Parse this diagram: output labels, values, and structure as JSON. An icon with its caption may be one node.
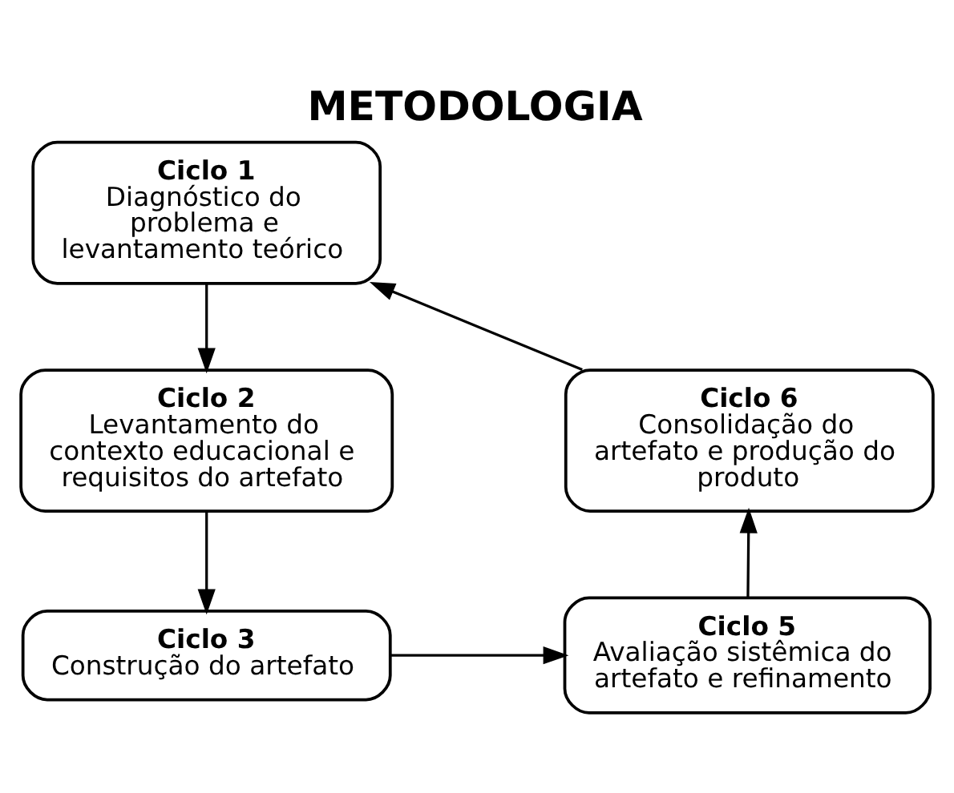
{
  "diagram": {
    "title": "METODOLOGIA",
    "nodes": [
      {
        "text": [
          "Ciclo 1",
          "Diagnóstico do problema e levantamento teórico"
        ]
      },
      {
        "text": [
          "Ciclo 6",
          "Consolidação do artefato e produção do produto"
        ]
      },
      {
        "text": [
          "Ciclo 2",
          "Levantamento do contexto educacional e requisitos do artefato"
        ]
      },
      {
        "text": [
          "Ciclo 5",
          "Avaliação sistêmica do artefato e refinamento"
        ]
      },
      {
        "text": [
          "Ciclo 3",
          "Construção do artefato"
        ]
      }
    ],
    "edges": [
      {
        "from": 0,
        "to": 2,
        "arrow": "to"
      },
      {
        "from": 2,
        "to": 4,
        "arrow": "to"
      },
      {
        "from": 4,
        "to": 3,
        "arrow": "to"
      },
      {
        "from": 3,
        "to": 1,
        "arrow": "to"
      },
      {
        "from": 1,
        "to": 0,
        "arrow": "to"
      }
    ]
  }
}
